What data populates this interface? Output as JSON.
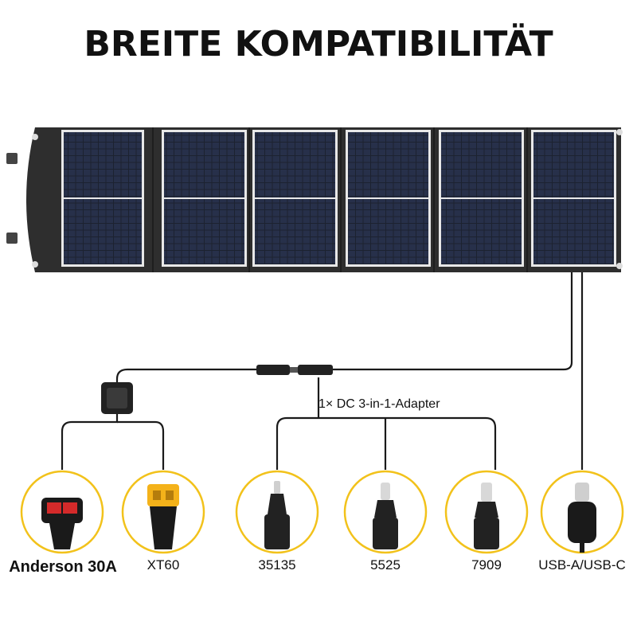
{
  "title": "BREITE KOMPATIBILITÄT",
  "adapter_label": "1× DC 3-in-1-Adapter",
  "connectors": [
    {
      "name": "Anderson 30A",
      "icon": "anderson-connector-icon"
    },
    {
      "name": "XT60",
      "icon": "xt60-connector-icon"
    },
    {
      "name": "35135",
      "icon": "dc-35135-connector-icon"
    },
    {
      "name": "5525",
      "icon": "dc-5525-connector-icon"
    },
    {
      "name": "7909",
      "icon": "dc-7909-connector-icon"
    },
    {
      "name": "USB-A/USB-C",
      "icon": "usb-c-connector-icon"
    }
  ],
  "colors": {
    "accent_circle": "#f2c21b",
    "panel_fabric": "#2e2e2e",
    "cell": "#1c2230",
    "cable": "#1a1a1a",
    "anderson_red": "#d42a2a",
    "xt60_yellow": "#f4b21a"
  }
}
